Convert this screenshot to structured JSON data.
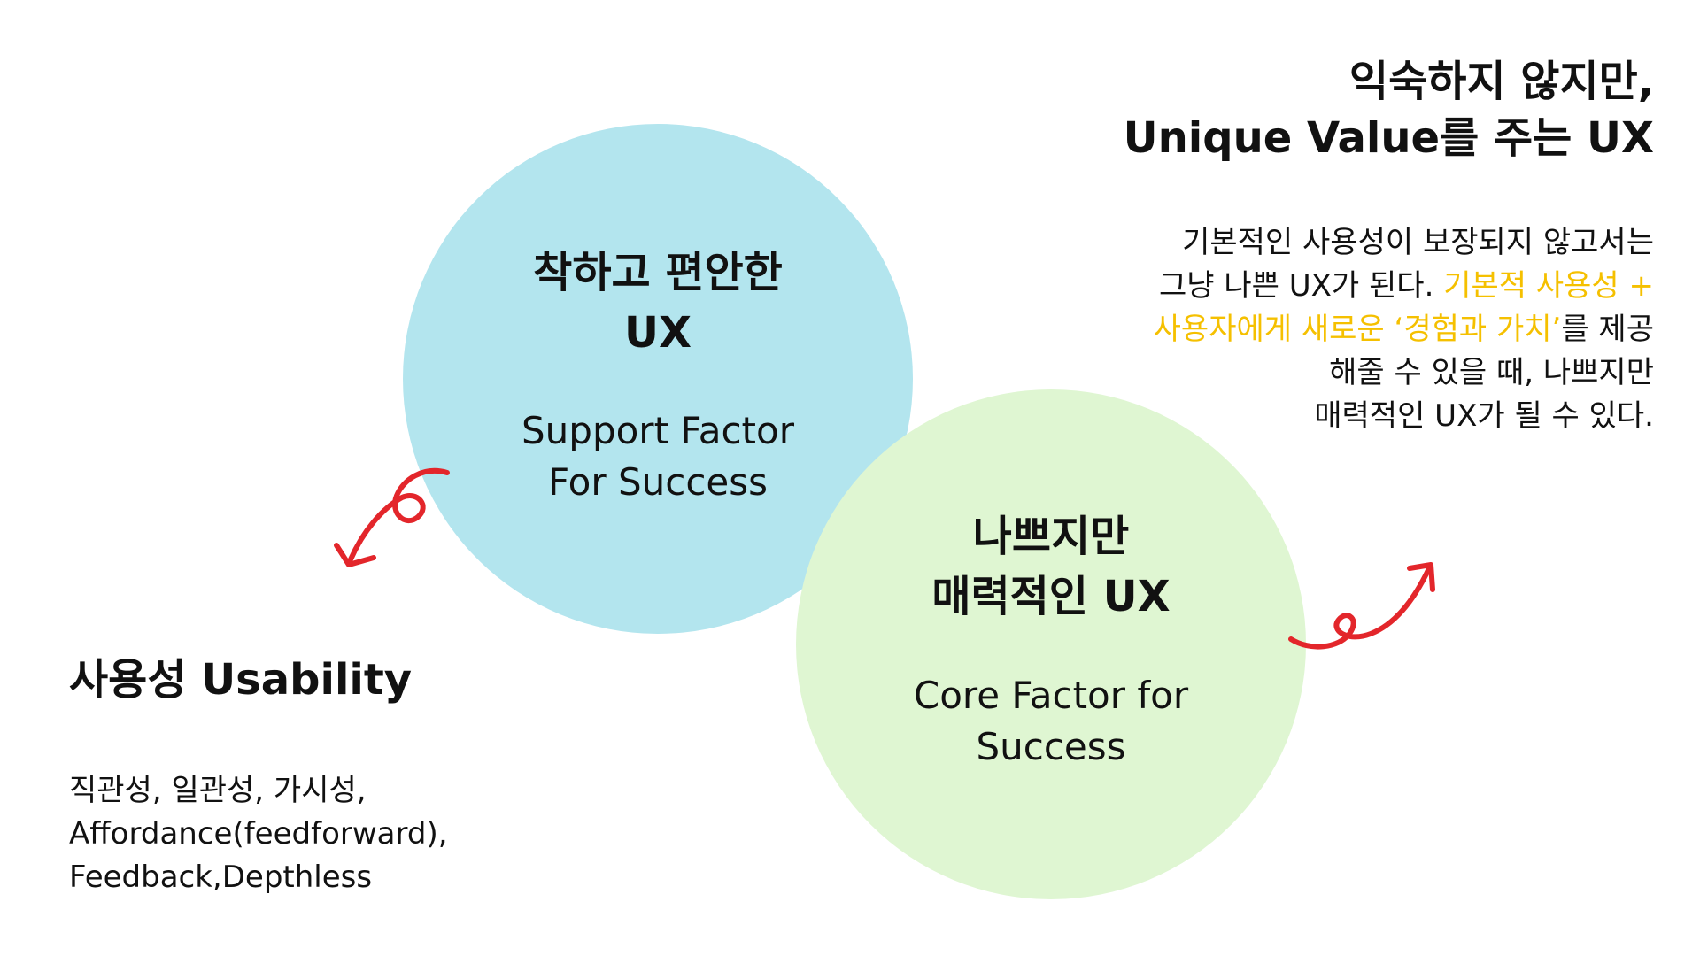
{
  "circle_support": {
    "title_line1": "착하고 편안한",
    "title_line2": "UX",
    "sub_line1": "Support Factor",
    "sub_line2": "For Success"
  },
  "circle_core": {
    "title_line1": "나쁘지만",
    "title_line2": "매력적인 UX",
    "sub_line1": "Core Factor for",
    "sub_line2": "Success"
  },
  "usability": {
    "heading": "사용성 Usability",
    "line1": "직관성, 일관성, 가시성,",
    "line2": "Affordance(feedforward),",
    "line3": "Feedback,Depthless"
  },
  "unique": {
    "heading_line1": "익숙하지 않지만,",
    "heading_line2": "Unique Value를 주는 UX",
    "line1": "기본적인 사용성이 보장되지 않고서는",
    "line2_plain": "그냥 나쁜 UX가 된다. ",
    "line2_highlight": "기본적 사용성 +",
    "line3_highlight": "사용자에게 새로운 ‘경험과 가치’",
    "line3_plain": "를 제공",
    "line4": "해줄 수 있을 때, 나쁘지만",
    "line5": "매력적인 UX가 될 수 있다."
  },
  "colors": {
    "circle_blue": "#b3e5ee",
    "circle_green": "#dff6d2",
    "highlight": "#f5c000",
    "arrow": "#e3262b"
  }
}
